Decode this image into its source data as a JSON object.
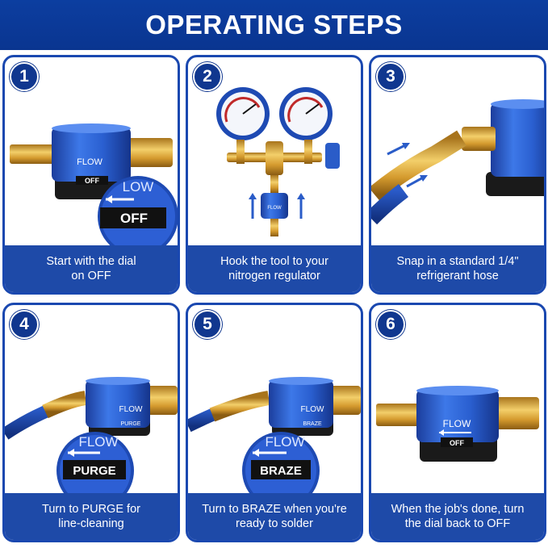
{
  "header": {
    "title": "OPERATING STEPS"
  },
  "steps": [
    {
      "number": "1",
      "line1": "Start with the dial",
      "line2": "on OFF",
      "dial_label": "OFF",
      "body_label": "FLOW",
      "body_sub": "OFF",
      "zoom_top": "LOW"
    },
    {
      "number": "2",
      "line1": "Hook the tool to your",
      "line2": "nitrogen regulator",
      "body_label": "FLOW"
    },
    {
      "number": "3",
      "line1": "Snap in a standard 1/4\"",
      "line2": "refrigerant hose"
    },
    {
      "number": "4",
      "line1": "Turn to PURGE for",
      "line2": "line-cleaning",
      "dial_label": "PURGE",
      "body_label": "FLOW",
      "body_sub": "PURGE",
      "zoom_top": "FLOW"
    },
    {
      "number": "5",
      "line1": "Turn to BRAZE when you're",
      "line2": "ready to solder",
      "dial_label": "BRAZE",
      "body_label": "FLOW",
      "body_sub": "BRAZE",
      "zoom_top": "FLOW"
    },
    {
      "number": "6",
      "line1": "When the job's done, turn",
      "line2": "the dial back to OFF",
      "body_label": "FLOW",
      "body_sub": "OFF"
    }
  ],
  "colors": {
    "accent": "#1e4aa8",
    "banner": "#0c3ea0",
    "brass": "#d9a437",
    "valve_blue": "#2f63d6"
  }
}
